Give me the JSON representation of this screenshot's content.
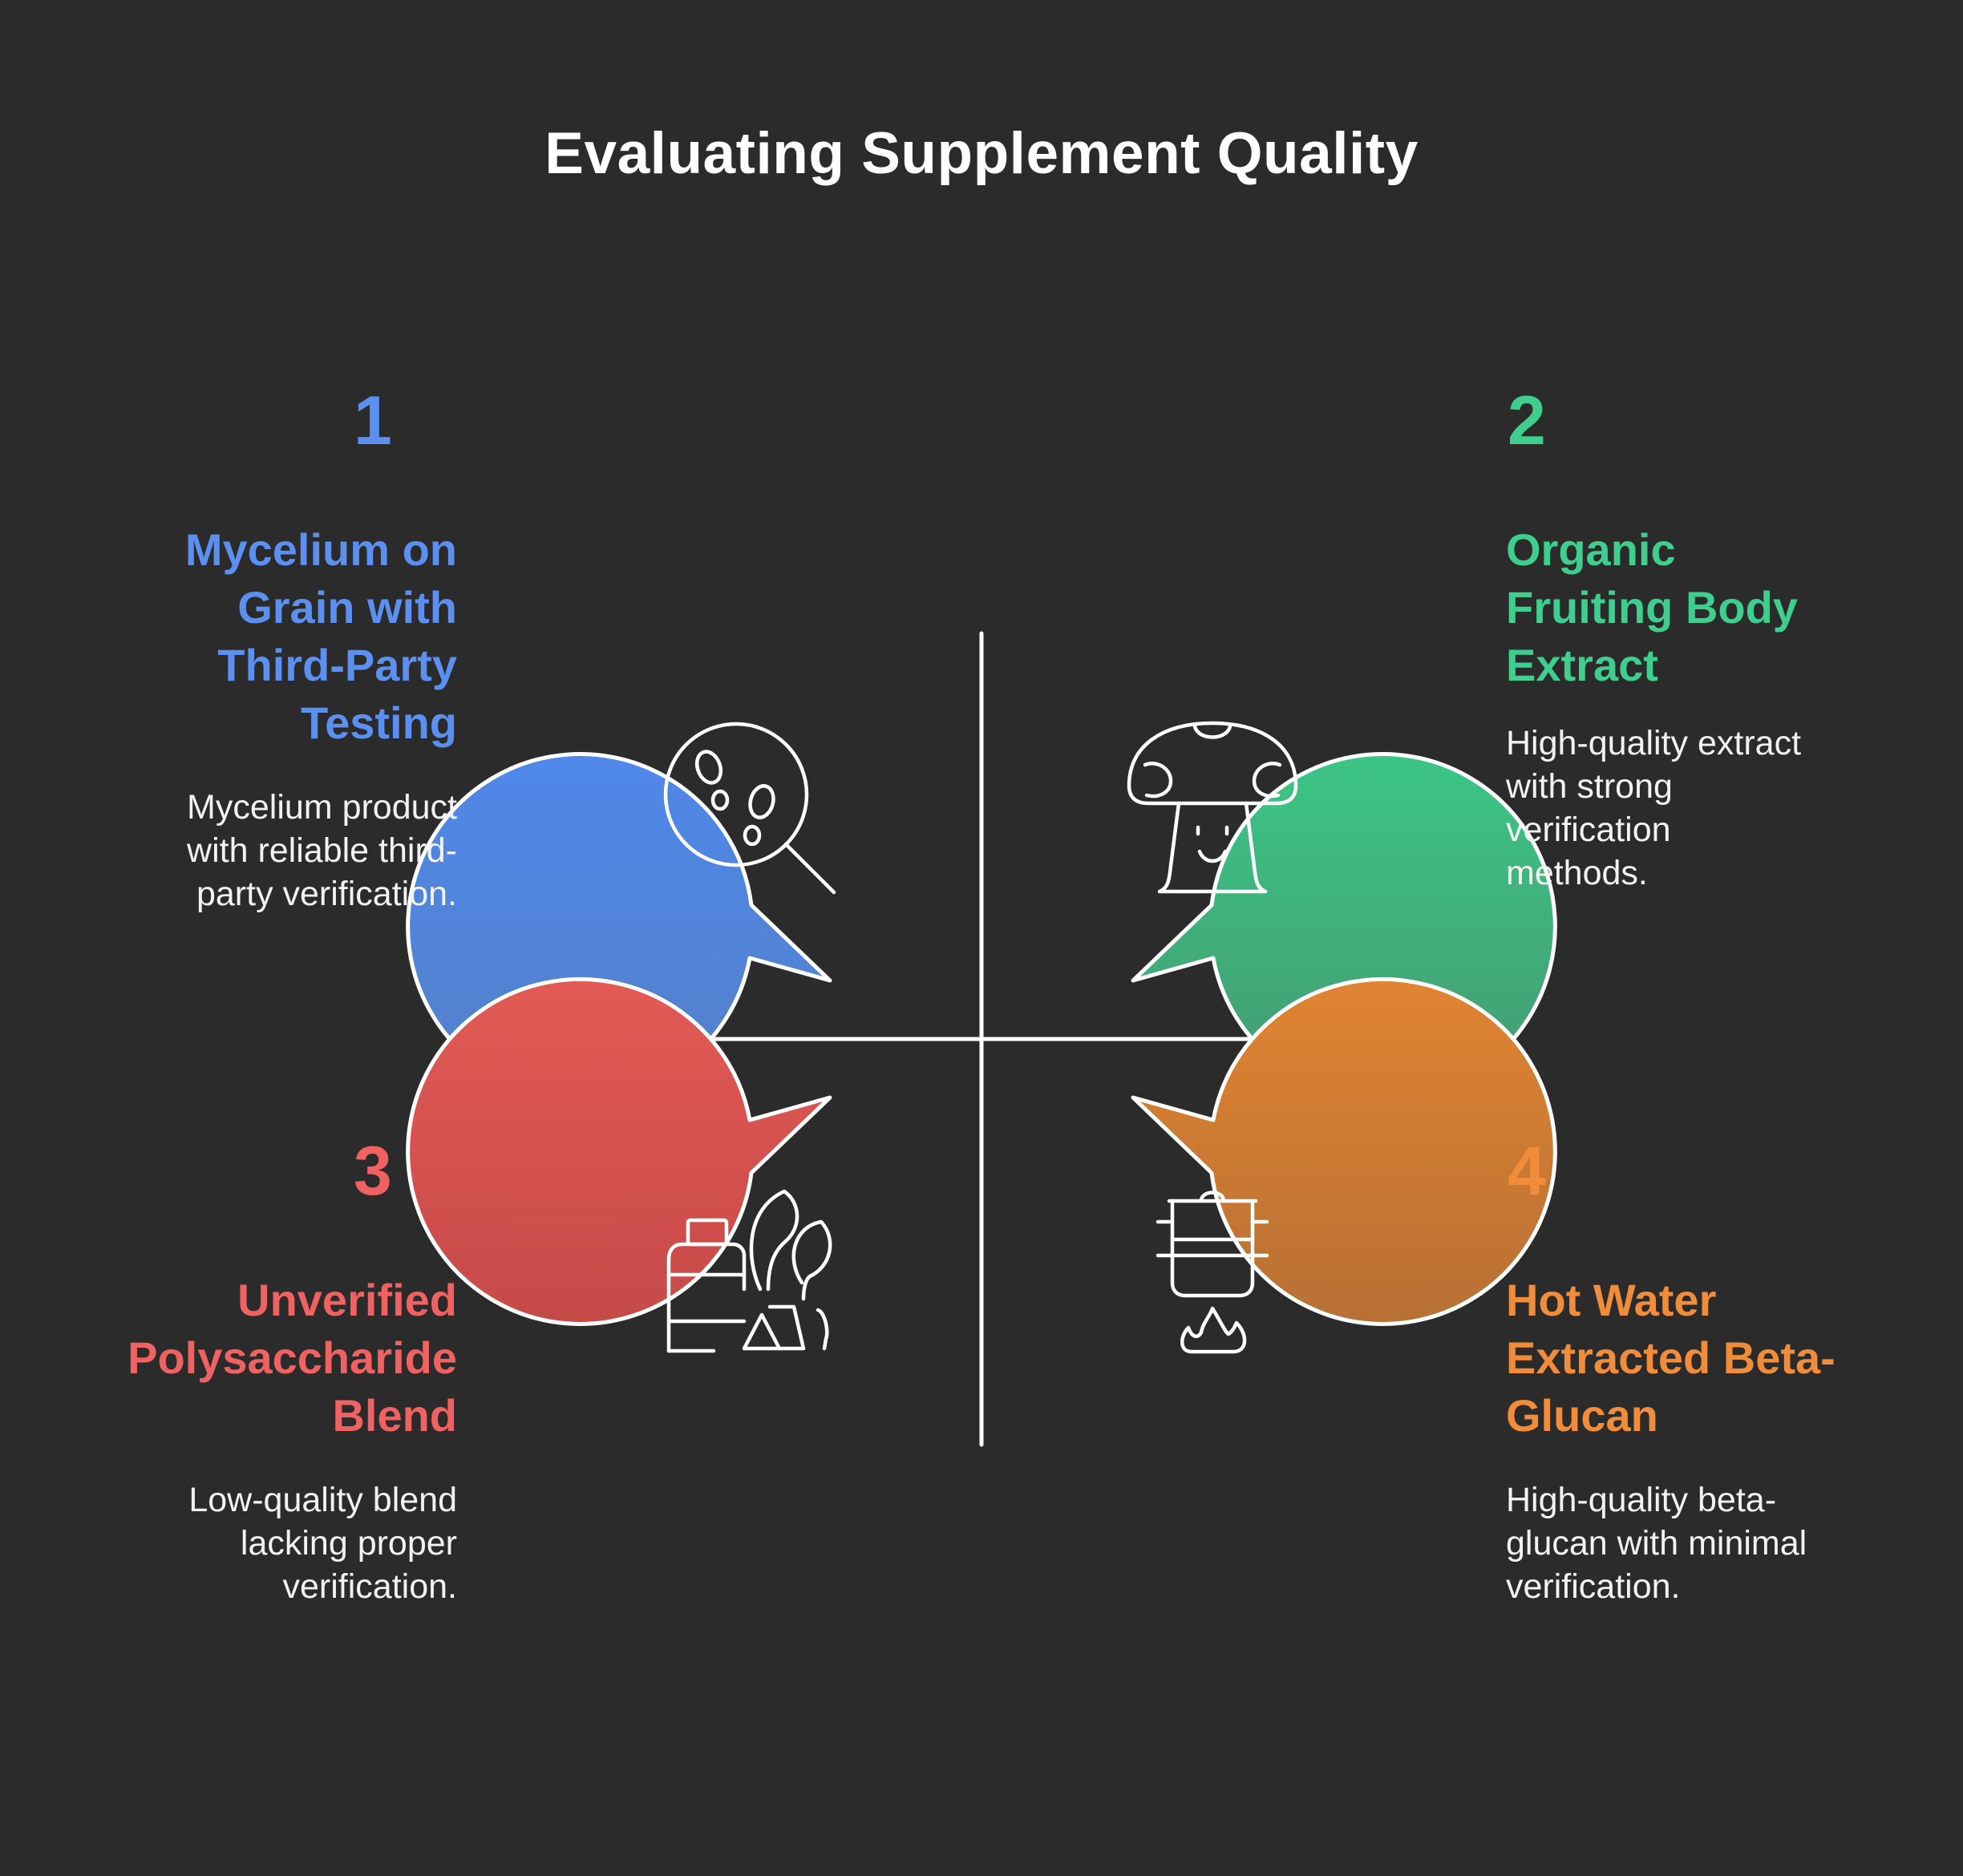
{
  "title": "Evaluating Supplement Quality",
  "colors": {
    "background": "#2b2b2b",
    "blue": "#5b8ff0",
    "green": "#3ecf8e",
    "red": "#f06262",
    "orange": "#f08c3a"
  },
  "quadrants": [
    {
      "number": "1",
      "heading_lines": [
        "Mycelium on",
        "Grain with",
        "Third-Party",
        "Testing"
      ],
      "description_lines": [
        "Mycelium product",
        "with reliable third-",
        "party verification."
      ],
      "icon": "magnifier-spores-icon"
    },
    {
      "number": "2",
      "heading_lines": [
        "Organic",
        "Fruiting Body",
        "Extract"
      ],
      "description_lines": [
        "High-quality extract",
        "with strong",
        "verification",
        "methods."
      ],
      "icon": "mushroom-icon"
    },
    {
      "number": "3",
      "heading_lines": [
        "Unverified",
        "Polysaccharide",
        "Blend"
      ],
      "description_lines": [
        "Low-quality blend",
        "lacking proper",
        "verification."
      ],
      "icon": "supplements-icon"
    },
    {
      "number": "4",
      "heading_lines": [
        "Hot Water",
        "Extracted Beta-",
        "Glucan"
      ],
      "description_lines": [
        "High-quality beta-",
        "glucan with minimal",
        "verification."
      ],
      "icon": "boiling-pot-icon"
    }
  ]
}
